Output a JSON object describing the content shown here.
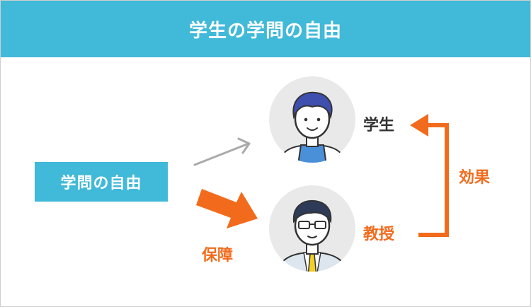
{
  "header": {
    "title": "学生の学問の自由"
  },
  "diagram": {
    "academic_freedom": "学問の自由",
    "student": "学生",
    "professor": "教授",
    "guarantee": "保障",
    "effect": "効果"
  },
  "colors": {
    "header_bg": "#41b9d8",
    "accent_orange": "#f26b1d",
    "arrow_gray": "#aaaaaa",
    "avatar_bg": "#e9e9e9"
  },
  "icons": [
    "student-avatar-icon",
    "professor-avatar-icon",
    "arrow-right-icon",
    "arrow-up-icon"
  ]
}
